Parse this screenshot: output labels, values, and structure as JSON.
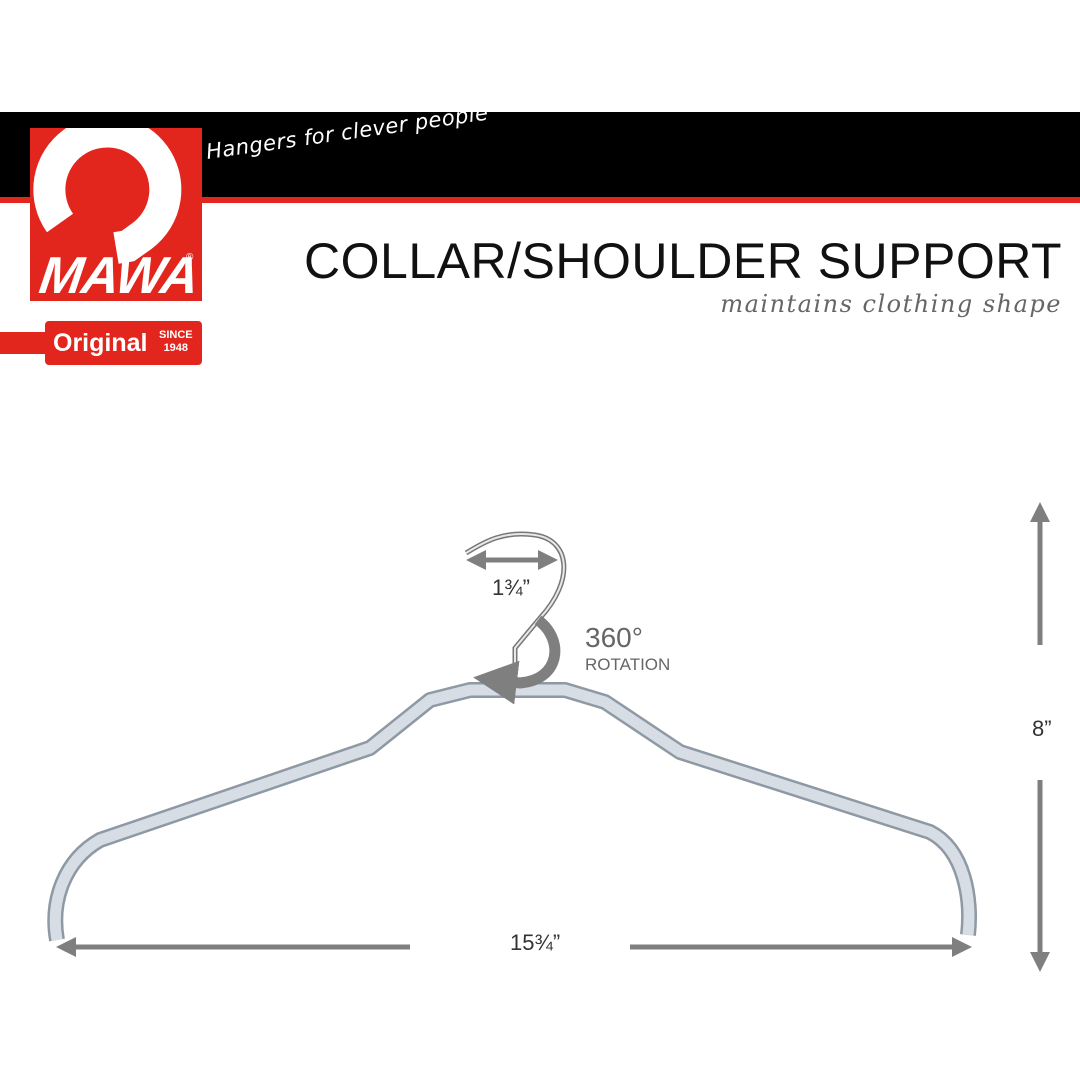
{
  "brand": {
    "logo_text": "MAWA",
    "registered": "®",
    "tagline": "Hangers for clever people",
    "badge_word": "Original",
    "badge_since": "SINCE",
    "badge_year": "1948",
    "colors": {
      "brand_red": "#e2261d",
      "bar_black": "#000000"
    }
  },
  "header": {
    "title": "COLLAR/SHOULDER SUPPORT",
    "subtitle": "maintains clothing shape"
  },
  "diagram": {
    "hook_width": "1¾”",
    "rotation_degrees": "360°",
    "rotation_label": "ROTATION",
    "height": "8”",
    "width": "15¾”",
    "arrow_color": "#7f7f7f",
    "hanger_color": "#c9d2db"
  }
}
